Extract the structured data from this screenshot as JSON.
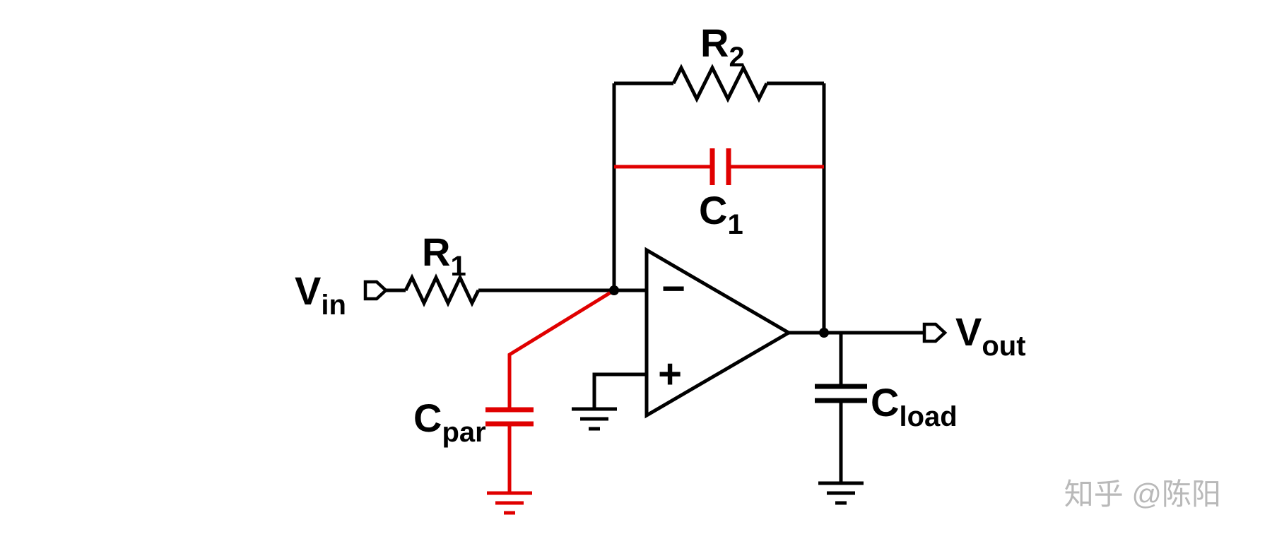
{
  "colors": {
    "wire": "#000000",
    "highlight": "#e00000",
    "watermark": "#b9b9b9",
    "background": "#ffffff"
  },
  "components": {
    "vin": {
      "symbol": "V",
      "subscript": "in"
    },
    "vout": {
      "symbol": "V",
      "subscript": "out"
    },
    "r1": {
      "symbol": "R",
      "subscript": "1"
    },
    "r2": {
      "symbol": "R",
      "subscript": "2"
    },
    "c1": {
      "symbol": "C",
      "subscript": "1"
    },
    "cpar": {
      "symbol": "C",
      "subscript": "par"
    },
    "cload": {
      "symbol": "C",
      "subscript": "load"
    },
    "opamp": {
      "inverting_label": "−",
      "noninverting_label": "+"
    }
  },
  "watermark": {
    "text": "知乎 @陈阳"
  }
}
